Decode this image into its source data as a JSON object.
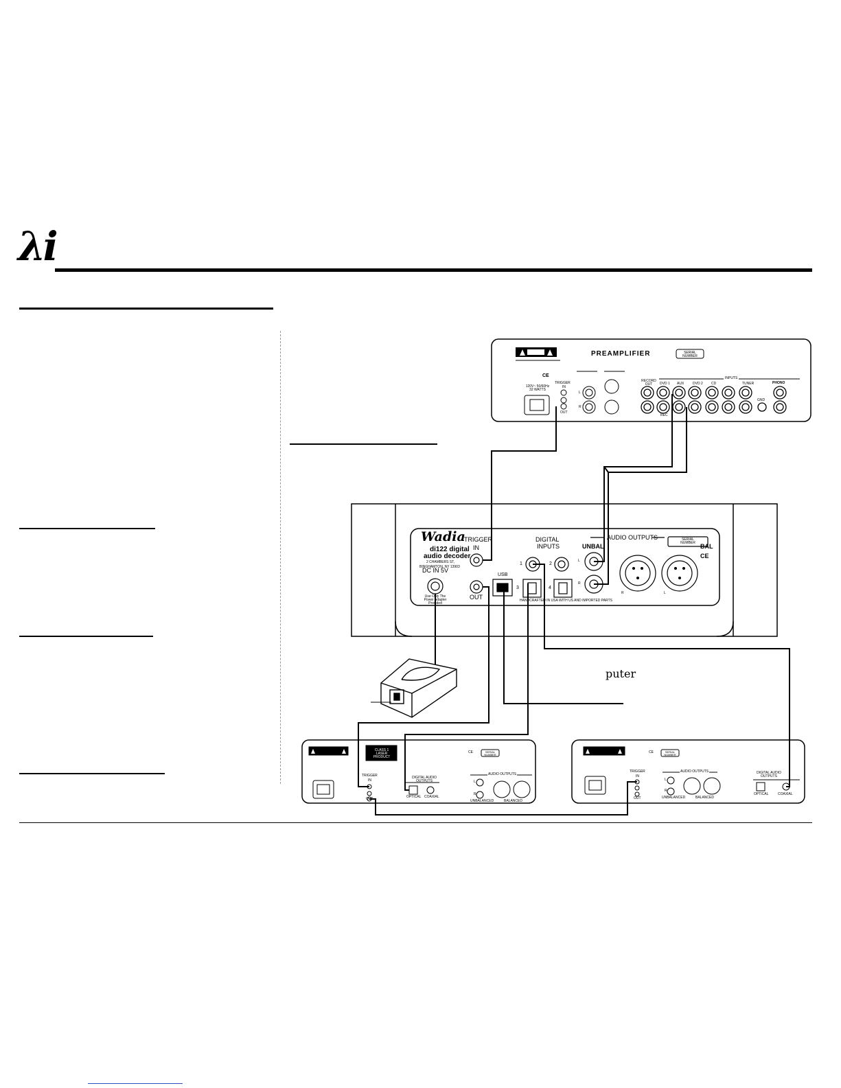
{
  "header": {
    "logo_text": "λi"
  },
  "preamp": {
    "title": "PREAMPLIFIER",
    "serial": "SERIAL NUMBER",
    "trigger": "TRIGGER",
    "trigger_in": "IN",
    "trigger_out": "OUT",
    "power_rating": "120V~ 50/60Hz 32 WATTS",
    "inputs_header": "INPUTS",
    "phono": "PHONO",
    "record_out": "RECORD OUT",
    "dvd1": "DVD 1",
    "aux": "AUX",
    "dvd2": "DVD 2",
    "cd": "CD",
    "tuner": "TUNER",
    "gnd": "GND",
    "rec": "REC",
    "left": "L",
    "right": "R",
    "ce": "CE"
  },
  "decoder": {
    "brand": "Wadia",
    "model_line1": "di122 digital",
    "model_line2": "audio decoder",
    "address_line1": "2 CHAMBERS ST,",
    "address_line2": "BINGHAMTON, NY 13903",
    "dc_in": "DC IN 5V",
    "psu_note": "Use Only The Power Adapter Provided",
    "trigger": "TRIGGER",
    "trigger_in": "IN",
    "trigger_out": "OUT",
    "usb": "USB",
    "digital_inputs_1": "DIGITAL",
    "digital_inputs_2": "INPUTS",
    "in1": "1",
    "in2": "2",
    "in3": "3",
    "in4": "4",
    "audio_outputs": "AUDIO OUTPUTS",
    "unbal": "UNBAL",
    "bal": "BAL",
    "serial": "SERIAL NUMBER",
    "left": "L",
    "right": "R",
    "ce": "CE",
    "handcrafted": "HANDCRAFTED IN USA WITH US AND IMPORTED PARTS"
  },
  "computer_label": "puter",
  "source_left": {
    "class_label": "CLASS 1 LASER PRODUCT",
    "trigger": "TRIGGER",
    "trigger_in": "IN",
    "trigger_out": "OUT",
    "digital_outputs": "DIGITAL AUDIO OUTPUTS",
    "optical": "OPTICAL",
    "coaxial": "COAXIAL",
    "audio_outputs": "AUDIO OUTPUTS",
    "unbalanced": "UNBALANCED",
    "balanced": "BALANCED",
    "left": "L",
    "right": "R",
    "ce": "CE",
    "serial": "SERIAL NUMBER"
  },
  "source_right": {
    "trigger": "TRIGGER",
    "trigger_in": "IN",
    "trigger_out": "OUT",
    "digital_outputs": "DIGITAL AUDIO OUTPUTS",
    "optical": "OPTICAL",
    "coaxial": "COAXIAL",
    "audio_outputs": "AUDIO OUTPUTS",
    "unbalanced": "UNBALANCED",
    "balanced": "BALANCED",
    "left": "L",
    "right": "R",
    "ce": "CE",
    "serial": "SERIAL NUMBER"
  }
}
